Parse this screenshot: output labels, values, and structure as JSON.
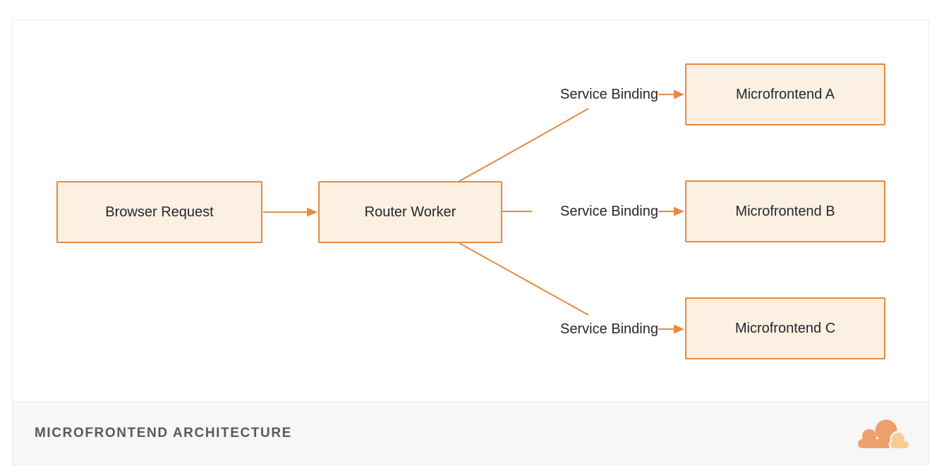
{
  "diagram": {
    "nodes": [
      {
        "id": "browser-request",
        "label": "Browser Request"
      },
      {
        "id": "router-worker",
        "label": "Router Worker"
      },
      {
        "id": "microfrontend-a",
        "label": "Microfrontend A"
      },
      {
        "id": "microfrontend-b",
        "label": "Microfrontend B"
      },
      {
        "id": "microfrontend-c",
        "label": "Microfrontend C"
      }
    ],
    "edge_labels": [
      "Service Binding",
      "Service Binding",
      "Service Binding"
    ],
    "connections": [
      "Browser Request -> Router Worker",
      "Router Worker -> Service Binding -> Microfrontend A",
      "Router Worker -> Service Binding -> Microfrontend B",
      "Router Worker -> Service Binding -> Microfrontend C"
    ]
  },
  "footer": {
    "title": "MICROFRONTEND ARCHITECTURE",
    "logo": "cloudflare-logo"
  },
  "colors": {
    "node_fill": "#fbf0e2",
    "node_border": "#e78b41",
    "connector": "#e78b41",
    "node_text": "#23282e",
    "footer_bg": "#f7f7f7",
    "footer_text": "#595959",
    "card_border": "#ededed",
    "logo_cloud_orange": "#eca06b",
    "logo_cloud_light": "#f5ce93"
  }
}
